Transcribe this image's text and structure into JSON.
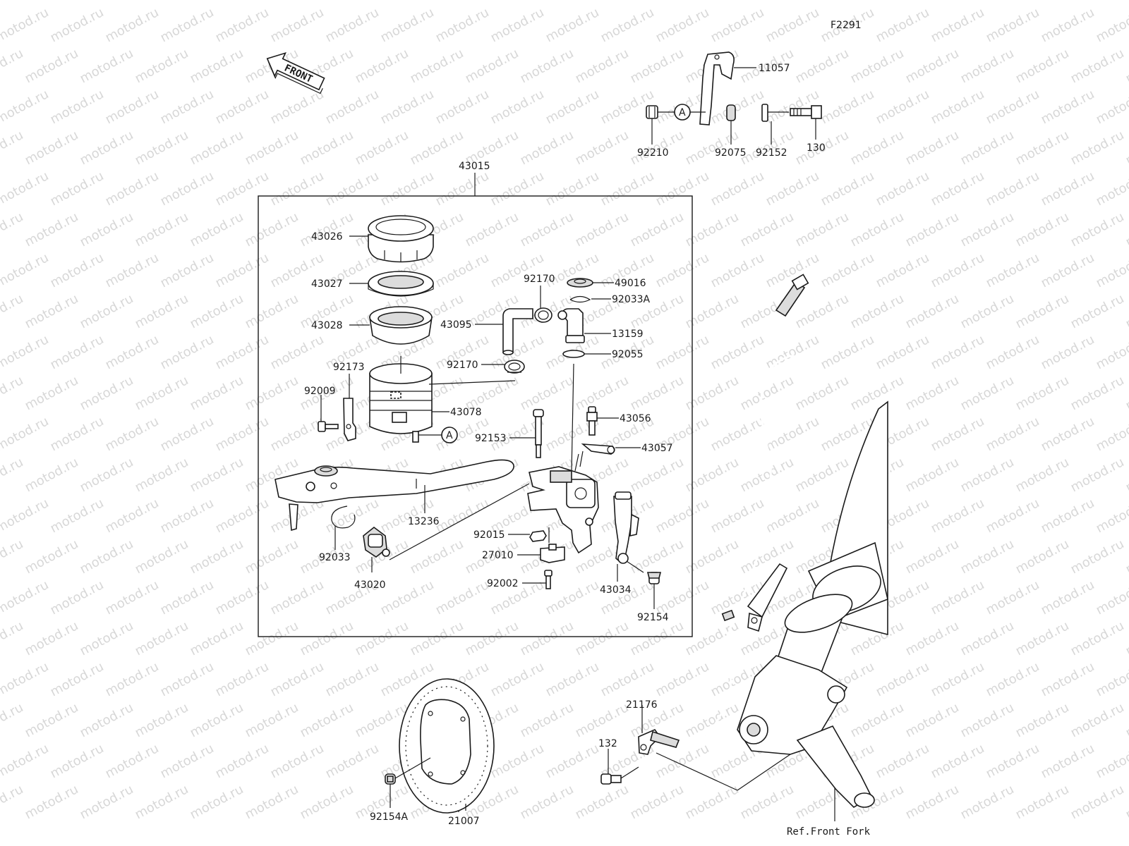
{
  "diagram_code": "F2291",
  "front_arrow": {
    "label": "FRONT",
    "icon": "front-arrow-icon"
  },
  "assembly_box_label": "43015",
  "callout": {
    "letter": "A"
  },
  "reference_text": "Ref.Front Fork",
  "watermark_text": "motod.ru",
  "parts": {
    "p11057": "11057",
    "p92210": "92210",
    "p92075": "92075",
    "p92152": "92152",
    "p130": "130",
    "p43026": "43026",
    "p43027": "43027",
    "p43028": "43028",
    "p92173": "92173",
    "p92009": "92009",
    "p43078": "43078",
    "p92170a": "92170",
    "p92170b": "92170",
    "p43095": "43095",
    "p49016": "49016",
    "p92033A": "92033A",
    "p13159": "13159",
    "p92055": "92055",
    "p43056": "43056",
    "p92153": "92153",
    "p43057": "43057",
    "p13236": "13236",
    "p92015": "92015",
    "p27010": "27010",
    "p92002": "92002",
    "p92033": "92033",
    "p43020": "43020",
    "p43034": "43034",
    "p92154": "92154",
    "p21176": "21176",
    "p132": "132",
    "p92154A": "92154A",
    "p21007": "21007"
  }
}
